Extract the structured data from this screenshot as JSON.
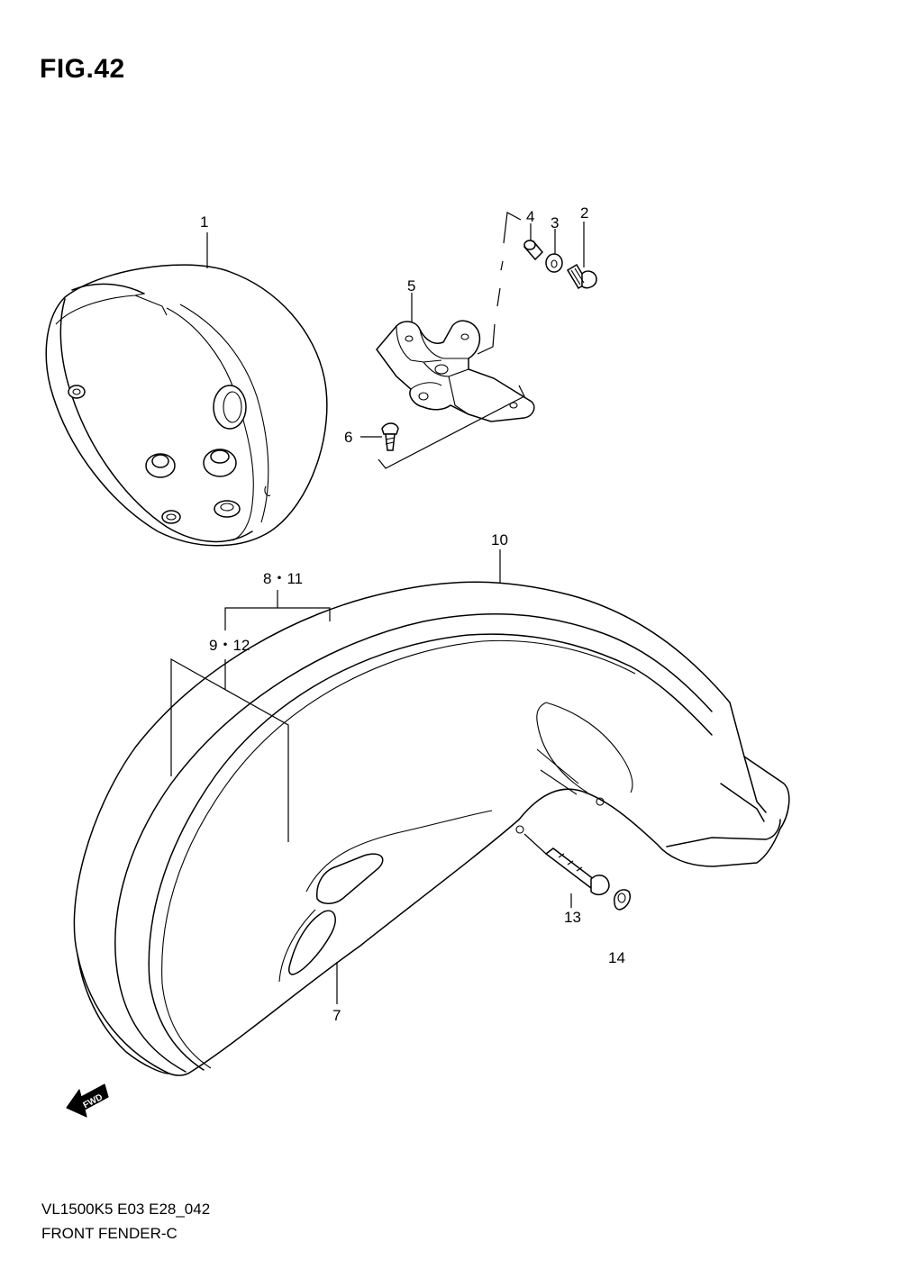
{
  "figure": {
    "title": "FIG.42"
  },
  "callouts": {
    "c1": "1",
    "c2": "2",
    "c3": "3",
    "c4": "4",
    "c5": "5",
    "c6": "6",
    "c7": "7",
    "c8_11": "8・11",
    "c9_12": "9・12",
    "c10": "10",
    "c13": "13",
    "c14": "14"
  },
  "fwd_arrow": {
    "label": "FWD"
  },
  "footer": {
    "model_code": "VL1500K5 E03 E28_042",
    "assembly_name": "FRONT FENDER-C"
  }
}
